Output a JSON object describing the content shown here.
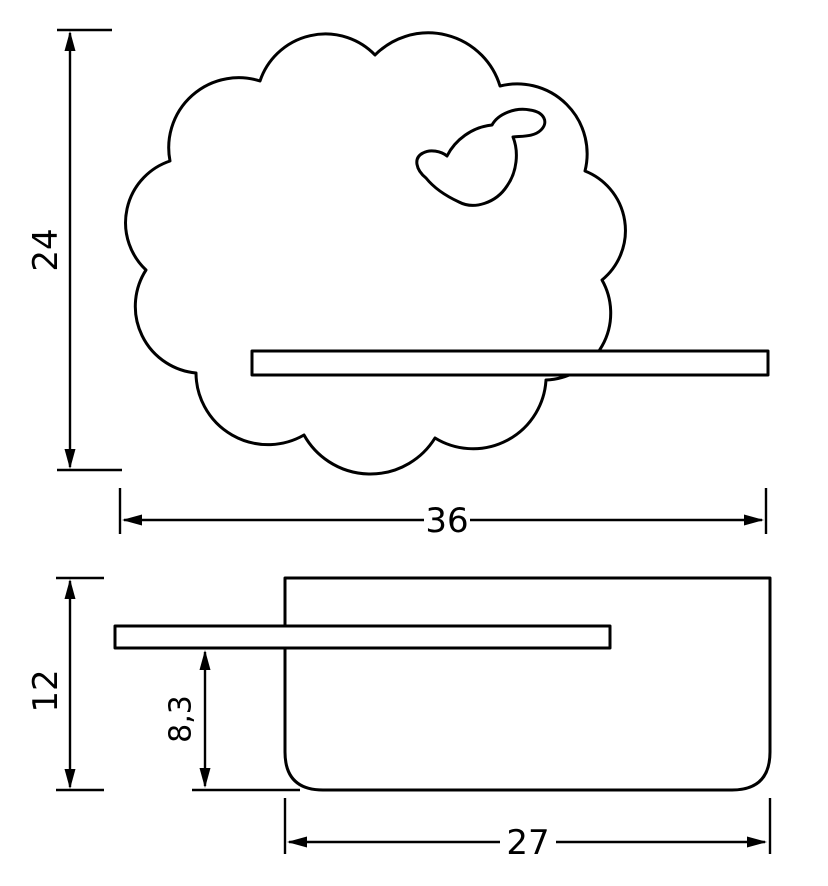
{
  "drawing": {
    "background": "#ffffff",
    "line_color": "#000000",
    "dimensions": {
      "front_height": {
        "label": "24"
      },
      "front_width": {
        "label": "36"
      },
      "side_height": {
        "label": "12"
      },
      "shelf_height": {
        "label": "8,3"
      },
      "side_depth": {
        "label": "27"
      }
    }
  }
}
